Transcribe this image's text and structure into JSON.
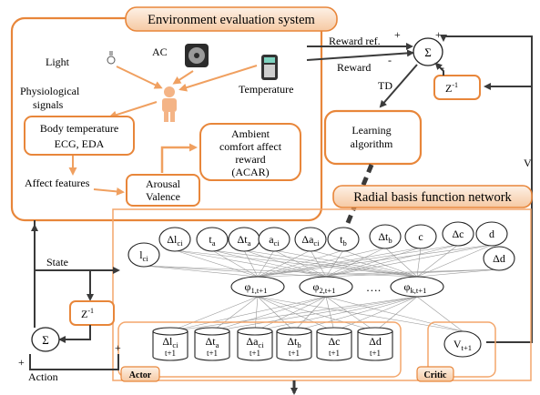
{
  "env_system": {
    "title": "Environment evaluation system",
    "light": "Light",
    "ac": "AC",
    "temperature": "Temperature",
    "physio_1": "Physiological",
    "physio_2": "signals",
    "body_temp_1": "Body temperature",
    "body_temp_2": "ECG, EDA",
    "affect_features": "Affect features",
    "arousal": "Arousal",
    "valence": "Valence",
    "acar_1": "Ambient",
    "acar_2": "comfort affect",
    "acar_3": "reward",
    "acar_4": "(ACAR)"
  },
  "reward_loop": {
    "reward_ref": "Reward ref.",
    "reward": "Reward",
    "sigma": "Σ",
    "plus_top": "+",
    "plus_side": "+",
    "minus_reward": "-",
    "minus_delay": "-",
    "td": "TD",
    "delay": "Z",
    "delay_exp": "-1",
    "v": "V"
  },
  "learning": {
    "line1": "Learning",
    "line2": "algorithm"
  },
  "rbf": {
    "title": "Radial basis function network",
    "inputs": [
      {
        "base": "l",
        "sub": "ci"
      },
      {
        "base": "Δl",
        "sub": "ci"
      },
      {
        "base": "t",
        "sub": "a"
      },
      {
        "base": "Δt",
        "sub": "a"
      },
      {
        "base": "a",
        "sub": "ci"
      },
      {
        "base": "Δa",
        "sub": "ci"
      },
      {
        "base": "t",
        "sub": "b"
      },
      {
        "base": "Δt",
        "sub": "b"
      },
      {
        "base": "c",
        "sub": ""
      },
      {
        "base": "Δc",
        "sub": ""
      },
      {
        "base": "d",
        "sub": ""
      },
      {
        "base": "Δd",
        "sub": ""
      }
    ],
    "hidden": [
      {
        "base": "φ",
        "sub": "1,t+1"
      },
      {
        "base": "φ",
        "sub": "2,t+1"
      },
      {
        "base": "φ",
        "sub": "k,t+1"
      }
    ],
    "ellipsis": "….",
    "actor_outputs": [
      {
        "base": "Δl",
        "sub": "ci",
        "time": "t+1"
      },
      {
        "base": "Δt",
        "sub": "a",
        "time": "t+1"
      },
      {
        "base": "Δa",
        "sub": "ci",
        "time": "t+1"
      },
      {
        "base": "Δt",
        "sub": "b",
        "time": "t+1"
      },
      {
        "base": "Δc",
        "sub": "",
        "time": "t+1"
      },
      {
        "base": "Δd",
        "sub": "",
        "time": "t+1"
      }
    ],
    "critic_output": {
      "base": "V",
      "sub": "t+1"
    },
    "actor_label": "Actor",
    "critic_label": "Critic"
  },
  "left_loop": {
    "state": "State",
    "delay": "Z",
    "delay_exp": "-1",
    "sigma": "Σ",
    "plus_top": "+",
    "plus_bottom": "+",
    "action": "Action"
  },
  "colors": {
    "orange": "#e8863a",
    "orange_fill": "#fbe3cf",
    "orange_light": "#f3a66b",
    "line": "#3a3a3a",
    "node_stroke": "#222222"
  }
}
